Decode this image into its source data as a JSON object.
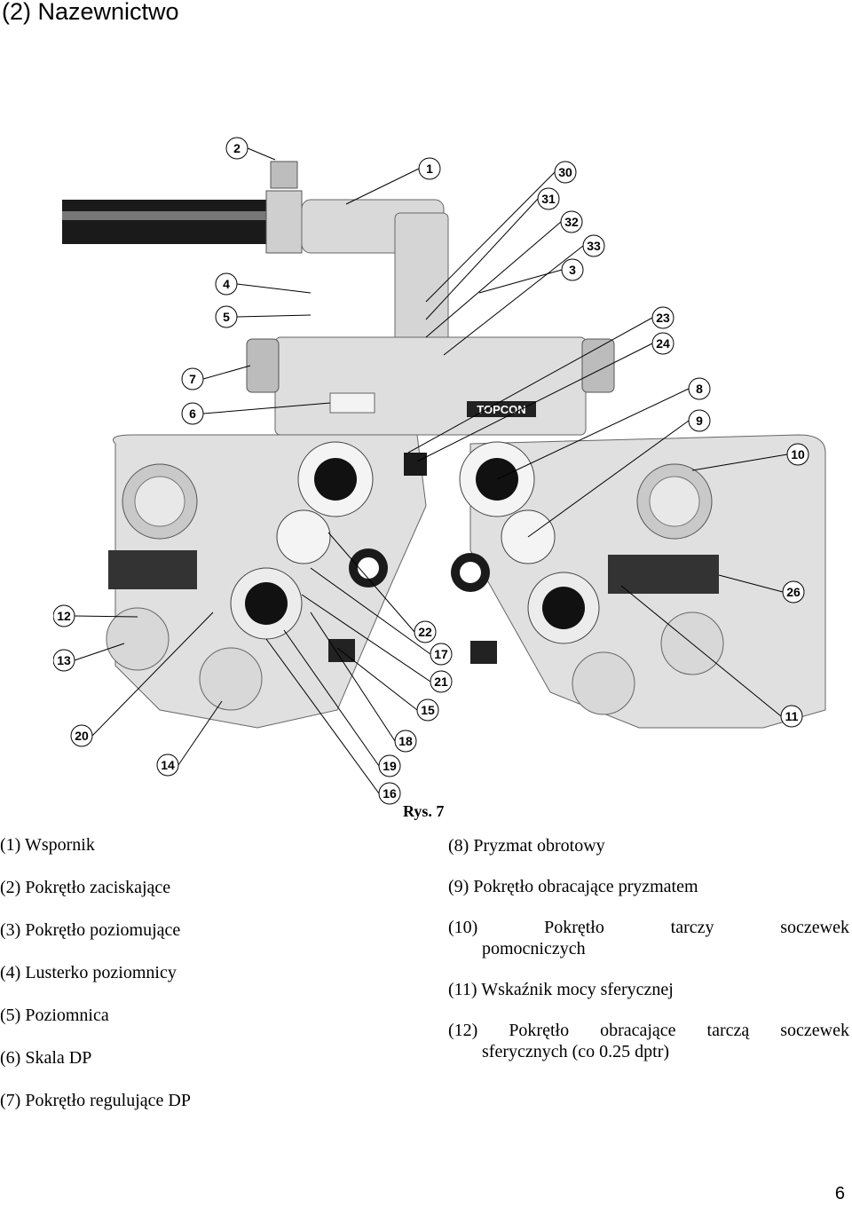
{
  "page": {
    "heading": "(2) Nazewnictwo",
    "caption": "Rys. 7",
    "page_number": "6"
  },
  "figure": {
    "brand": "TOPCON",
    "callouts": [
      "1",
      "2",
      "3",
      "4",
      "5",
      "6",
      "7",
      "8",
      "9",
      "10",
      "11",
      "12",
      "13",
      "14",
      "15",
      "16",
      "17",
      "18",
      "19",
      "20",
      "21",
      "22",
      "23",
      "24",
      "26",
      "30",
      "31",
      "32",
      "33"
    ]
  },
  "legend_left": [
    "(1) Wspornik",
    "(2) Pokrętło zaciskające",
    "(3) Pokrętło poziomujące",
    "(4) Lusterko poziomnicy",
    "(5) Poziomnica",
    "(6) Skala DP",
    "(7) Pokrętło regulujące DP"
  ],
  "legend_right": [
    {
      "line1": "(8) Pryzmat obrotowy",
      "line2": ""
    },
    {
      "line1": "(9) Pokrętło obracające pryzmatem",
      "line2": ""
    },
    {
      "line1": "(10) Pokrętło tarczy soczewek",
      "line2": "pomocniczych"
    },
    {
      "line1": "(11) Wskaźnik mocy sferycznej",
      "line2": ""
    },
    {
      "line1": "(12) Pokrętło obracające tarczą soczewek",
      "line2": "sferycznych (co 0.25 dptr)"
    }
  ]
}
